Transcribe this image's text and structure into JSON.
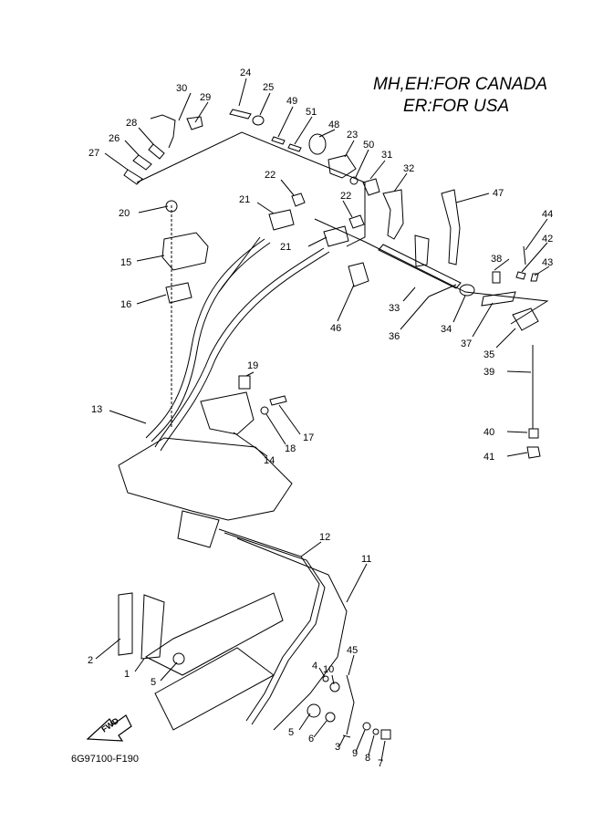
{
  "diagram": {
    "notes": {
      "line1": "MH,EH:FOR CANADA",
      "line2": "ER:FOR USA"
    },
    "drawing_code": "6G97100-F190",
    "fwd_label": "FWD",
    "callouts": [
      "1",
      "2",
      "3",
      "4",
      "5",
      "5",
      "6",
      "7",
      "8",
      "9",
      "10",
      "11",
      "12",
      "13",
      "14",
      "15",
      "16",
      "17",
      "18",
      "19",
      "20",
      "21",
      "21",
      "22",
      "22",
      "23",
      "24",
      "25",
      "26",
      "27",
      "28",
      "29",
      "30",
      "31",
      "32",
      "33",
      "34",
      "35",
      "36",
      "37",
      "38",
      "39",
      "40",
      "41",
      "42",
      "43",
      "44",
      "45",
      "46",
      "47",
      "48",
      "49",
      "50",
      "51"
    ]
  }
}
